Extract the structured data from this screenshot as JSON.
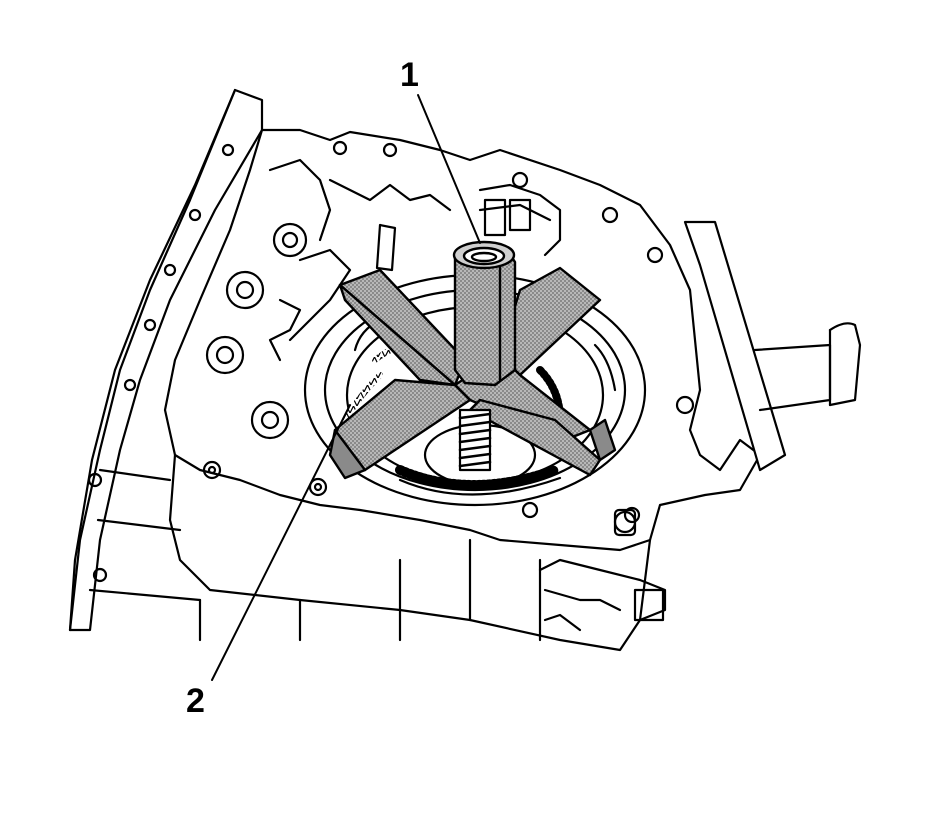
{
  "callouts": [
    {
      "id": "1",
      "label": "1",
      "points_to": "puller-center-screw-nut"
    },
    {
      "id": "2",
      "label": "2",
      "points_to": "puller-cross-bar"
    }
  ],
  "colors": {
    "line": "#000000",
    "background": "#ffffff",
    "tool_fill": "#9a9a9a",
    "tool_shade": "#7a7a7a"
  }
}
